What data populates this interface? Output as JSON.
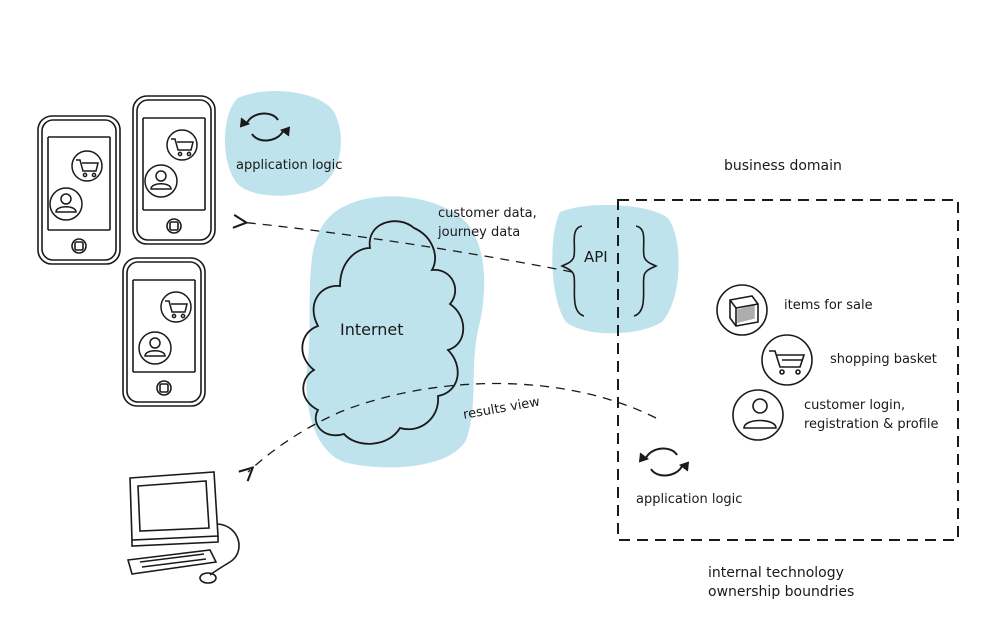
{
  "labels": {
    "app_logic_top": "application logic",
    "business_domain": "business domain",
    "customer_data_line1": "customer data,",
    "customer_data_line2": "journey data",
    "api": "API",
    "internet": "Internet",
    "items_for_sale": "items for sale",
    "shopping_basket": "shopping basket",
    "customer_login_line1": "customer login,",
    "customer_login_line2": "registration & profile",
    "results_view": "results view",
    "app_logic_bottom": "application logic",
    "internal_line1": "internal technology",
    "internal_line2": "ownership boundries"
  },
  "icons": [
    "cart-icon",
    "person-icon",
    "box-icon",
    "cycle-arrows-icon",
    "desktop-computer-icon",
    "smartphone-icon",
    "cloud-icon"
  ],
  "colors": {
    "cloud_fill": "#bfe3ec",
    "ink": "#1a1a1a",
    "background": "#ffffff"
  }
}
